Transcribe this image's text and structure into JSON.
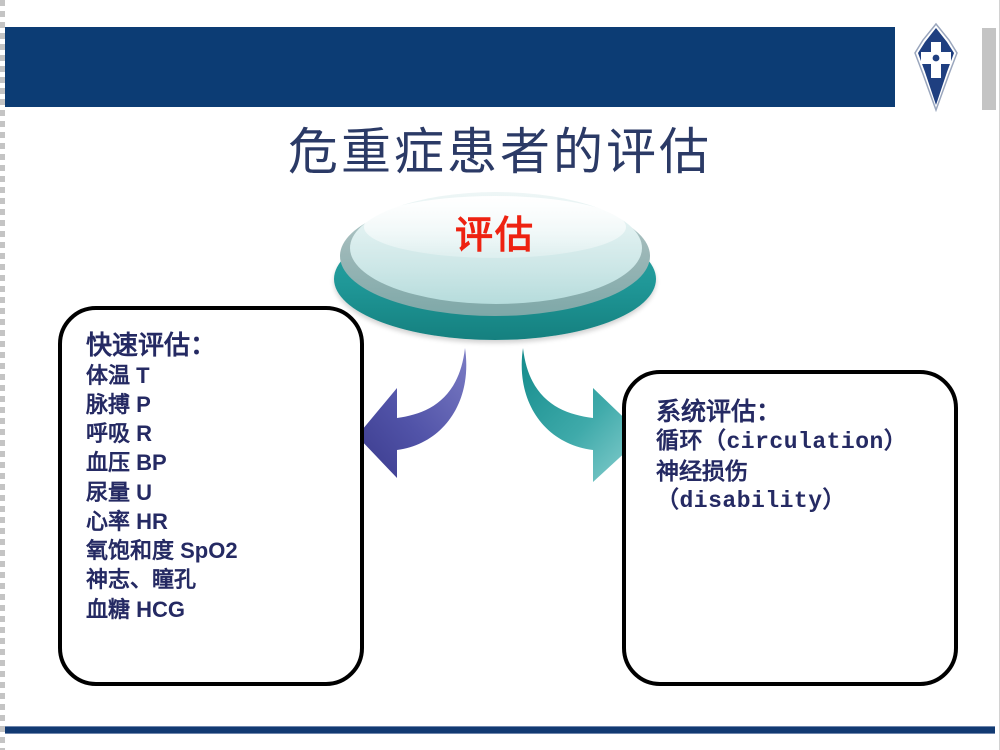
{
  "slide": {
    "title": "危重症患者的评估",
    "center_node_label": "评估",
    "logo_name": "hospital-cross-emblem"
  },
  "left_box": {
    "heading": "快速评估：",
    "items": [
      "体温 T",
      "脉搏 P",
      "呼吸 R",
      "血压 BP",
      "尿量 U",
      "心率 HR",
      "氧饱和度 SpO2",
      "神志、瞳孔",
      "血糖 HCG"
    ]
  },
  "right_box": {
    "heading": "系统评估：",
    "items": [
      "循环（circulation）",
      "神经损伤",
      "（disability）"
    ]
  },
  "arrows": {
    "left_label": "arrow-to-quick-assessment",
    "right_label": "arrow-to-system-assessment"
  },
  "colors": {
    "banner_navy": "#0c3c74",
    "title_navy": "#2b3a66",
    "body_text_navy": "#252a63",
    "center_label_red": "#ee2211",
    "disc_teal": "#1f9797",
    "arrow_left_purple": "#3d3d8f",
    "arrow_right_teal": "#1b9a9a",
    "footer_rule": "#123a72"
  }
}
